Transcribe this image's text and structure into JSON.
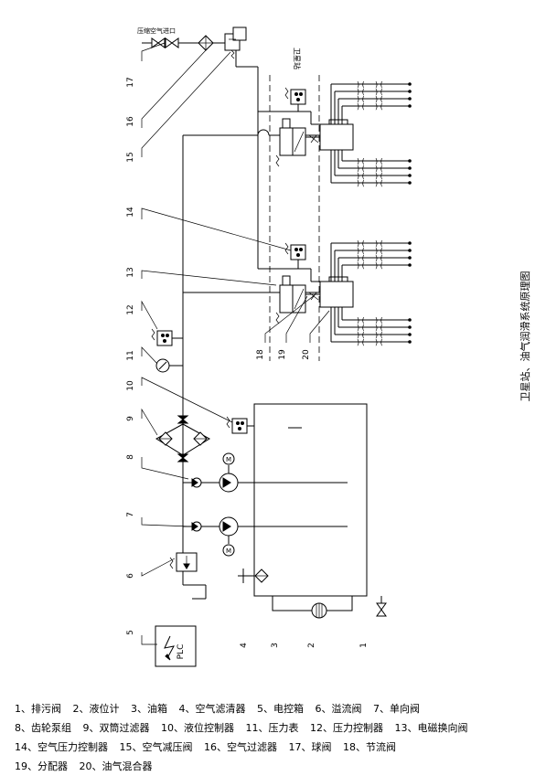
{
  "diagram": {
    "title": "卫星站、油气润滑系统原理图",
    "station_label": "卫星站",
    "inlet_label": "压缩空气进口",
    "plc_label": "PLC",
    "motor_label": "M",
    "callouts": [
      "1",
      "2",
      "3",
      "4",
      "5",
      "6",
      "7",
      "8",
      "9",
      "10",
      "11",
      "12",
      "13",
      "14",
      "15",
      "16",
      "17",
      "18",
      "19",
      "20"
    ]
  },
  "legend": {
    "rows": [
      [
        "1、排污阀",
        "2、液位计",
        "3、油箱",
        "4、空气滤清器",
        "5、电控箱",
        "6、溢流阀",
        "7、单向阀"
      ],
      [
        "8、齿轮泵组",
        "9、双筒过滤器",
        "10、液位控制器",
        "11、压力表",
        "12、压力控制器",
        "13、电磁换向阀"
      ],
      [
        "14、空气压力控制器",
        "15、空气减压阀",
        "16、空气过滤器",
        "17、球阀",
        "18、节流阀"
      ],
      [
        "19、分配器",
        "20、油气混合器"
      ]
    ]
  }
}
